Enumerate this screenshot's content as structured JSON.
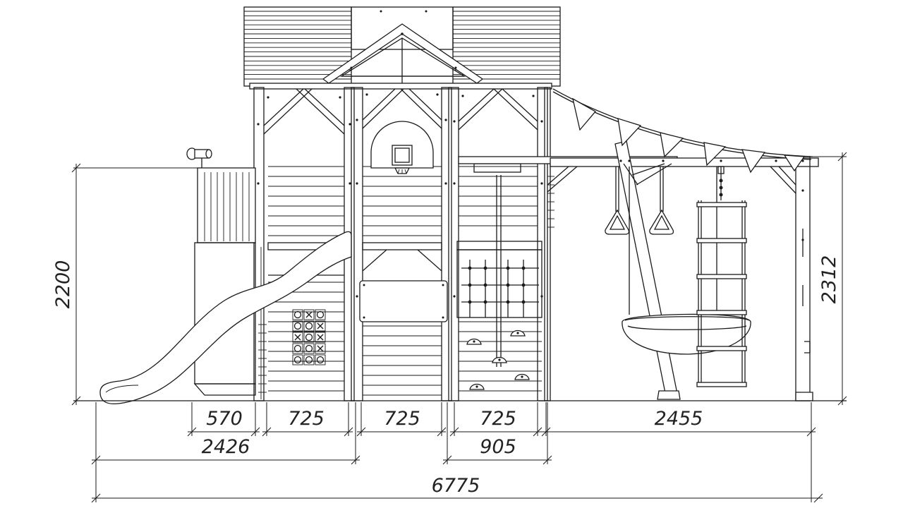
{
  "drawing": {
    "title": "",
    "dimensions": {
      "overall_height": "2200",
      "swing_height": "2312",
      "slide_tower": "570",
      "bay_1": "725",
      "bay_2": "725",
      "bay_3": "725",
      "swing_span": "2455",
      "left_section": "2426",
      "climb_section": "905",
      "overall_width": "6775"
    }
  }
}
